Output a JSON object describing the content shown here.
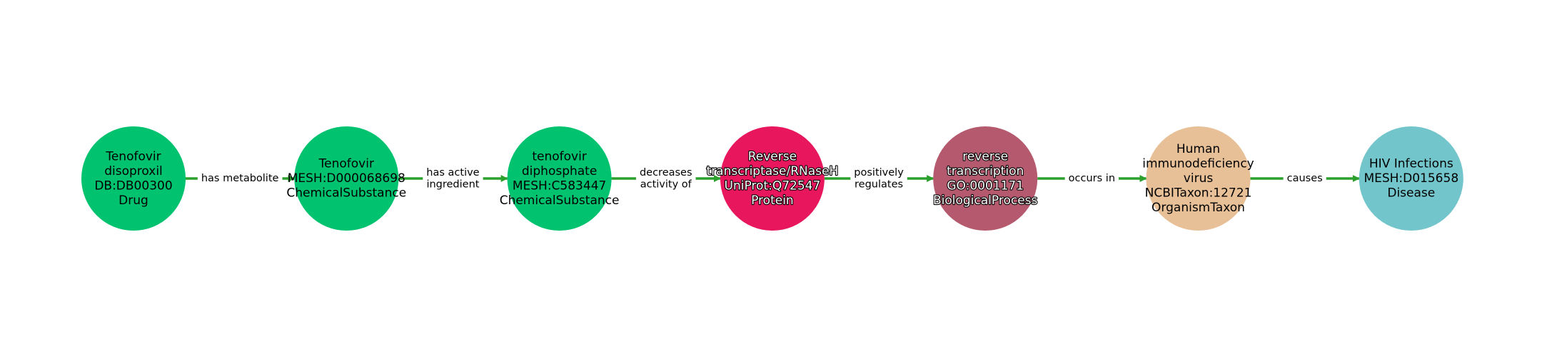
{
  "diagram": {
    "edge_color": "#2ca02c",
    "nodes": [
      {
        "id": "n1",
        "lines": [
          "Tenofovir",
          "disoproxil",
          "DB:DB00300",
          "Drug"
        ],
        "fill": "#00c26f",
        "text_color": "#000000",
        "halo": false
      },
      {
        "id": "n2",
        "lines": [
          "Tenofovir",
          "MESH:D000068698",
          "ChemicalSubstance"
        ],
        "fill": "#00c26f",
        "text_color": "#000000",
        "halo": false
      },
      {
        "id": "n3",
        "lines": [
          "tenofovir",
          "diphosphate",
          "MESH:C583447",
          "ChemicalSubstance"
        ],
        "fill": "#00c26f",
        "text_color": "#000000",
        "halo": false
      },
      {
        "id": "n4",
        "lines": [
          "Reverse",
          "transcriptase/RNaseH",
          "UniProt:Q72547",
          "Protein"
        ],
        "fill": "#e8175d",
        "text_color": "#ffffff",
        "halo": true
      },
      {
        "id": "n5",
        "lines": [
          "reverse",
          "transcription",
          "GO:0001171",
          "BiologicalProcess"
        ],
        "fill": "#b55a6e",
        "text_color": "#ffffff",
        "halo": true
      },
      {
        "id": "n6",
        "lines": [
          "Human",
          "immunodeficiency",
          "virus",
          "NCBITaxon:12721",
          "OrganismTaxon"
        ],
        "fill": "#e8c097",
        "text_color": "#000000",
        "halo": false
      },
      {
        "id": "n7",
        "lines": [
          "HIV Infections",
          "MESH:D015658",
          "Disease"
        ],
        "fill": "#72c5cb",
        "text_color": "#000000",
        "halo": false
      }
    ],
    "edges": [
      {
        "from": "n1",
        "to": "n2",
        "lines": [
          "has metabolite"
        ]
      },
      {
        "from": "n2",
        "to": "n3",
        "lines": [
          "has active",
          "ingredient"
        ]
      },
      {
        "from": "n3",
        "to": "n4",
        "lines": [
          "decreases",
          "activity of"
        ]
      },
      {
        "from": "n4",
        "to": "n5",
        "lines": [
          "positively",
          "regulates"
        ]
      },
      {
        "from": "n5",
        "to": "n6",
        "lines": [
          "occurs in"
        ]
      },
      {
        "from": "n6",
        "to": "n7",
        "lines": [
          "causes"
        ]
      }
    ]
  }
}
